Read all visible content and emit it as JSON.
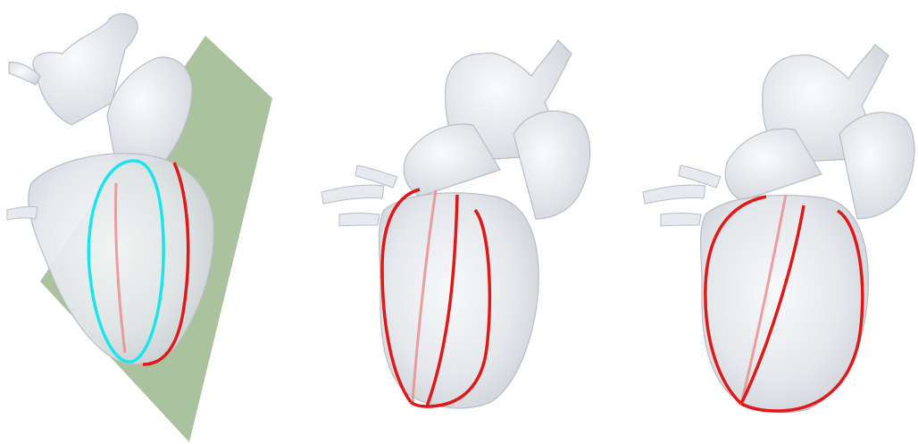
{
  "figure": {
    "panels": [
      {
        "name": "heart-with-cutting-plane",
        "has_plane": true,
        "plane_color": "#8fae7f",
        "curve_colors": [
          "#19e6ec",
          "#e01818"
        ]
      },
      {
        "name": "heart-with-contour-curves-middle",
        "has_plane": false,
        "curve_colors": [
          "#e01818"
        ]
      },
      {
        "name": "heart-with-contour-curves-right",
        "has_plane": false,
        "curve_colors": [
          "#e01818"
        ]
      }
    ],
    "colors": {
      "background": "#ffffff",
      "heart_fill": "#e9ecef",
      "heart_shade": "#cdd2d8",
      "heart_edge": "#b8bec6",
      "plane": "#8fae7f",
      "cyan_curve": "#19e6ec",
      "red_curve": "#e01818"
    }
  }
}
